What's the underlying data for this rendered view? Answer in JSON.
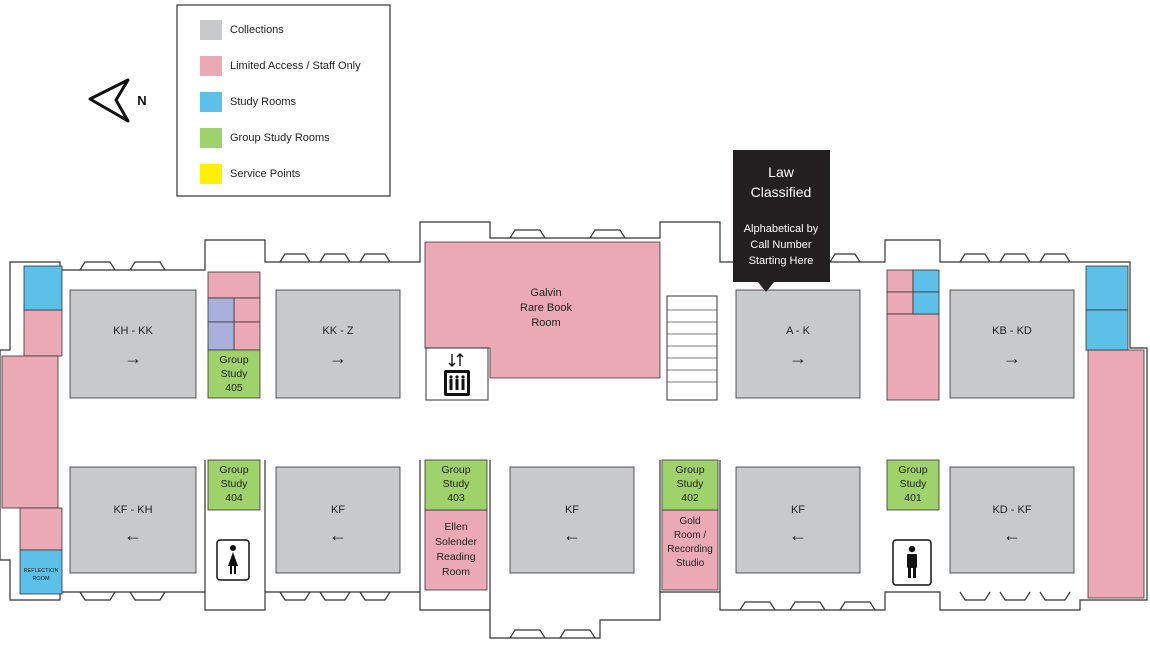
{
  "legend": {
    "items": [
      {
        "label": "Collections",
        "color": "#c8c9cb"
      },
      {
        "label": "Limited Access / Staff Only",
        "color": "#eaa9b4"
      },
      {
        "label": "Study Rooms",
        "color": "#5cc0e8"
      },
      {
        "label": "Group Study Rooms",
        "color": "#9fd26b"
      },
      {
        "label": "Service Points",
        "color": "#fff200"
      }
    ]
  },
  "compass": {
    "label": "N",
    "icon": "north-arrow-icon"
  },
  "callout": {
    "title_line1": "Law",
    "title_line2": "Classified",
    "body_line1": "Alphabetical by",
    "body_line2": "Call Number",
    "body_line3": "Starting Here"
  },
  "stacks": {
    "top": [
      {
        "range": "KH - KK",
        "arrow": "→"
      },
      {
        "range": "KK - Z",
        "arrow": "→"
      },
      {
        "range": "A - K",
        "arrow": "→"
      },
      {
        "range": "KB - KD",
        "arrow": "→"
      }
    ],
    "bottom": [
      {
        "range": "KF - KH",
        "arrow": "←"
      },
      {
        "range": "KF",
        "arrow": "←"
      },
      {
        "range": "KF",
        "arrow": "←"
      },
      {
        "range": "KF",
        "arrow": "←"
      },
      {
        "range": "KD - KF",
        "arrow": "←"
      }
    ]
  },
  "group_study": {
    "label": "Group",
    "label2": "Study",
    "rooms": [
      "405",
      "404",
      "403",
      "402",
      "401"
    ]
  },
  "rooms": {
    "rare_book": [
      "Galvin",
      "Rare Book",
      "Room"
    ],
    "ellen": [
      "Ellen",
      "Solender",
      "Reading",
      "Room"
    ],
    "gold": [
      "Gold",
      "Room /",
      "Recording",
      "Studio"
    ],
    "reflection": [
      "REFLECTION",
      "ROOM"
    ]
  },
  "icons": {
    "elevator": "elevator-icon",
    "restroom_women": "womens-restroom-icon",
    "restroom_men": "mens-restroom-icon"
  }
}
